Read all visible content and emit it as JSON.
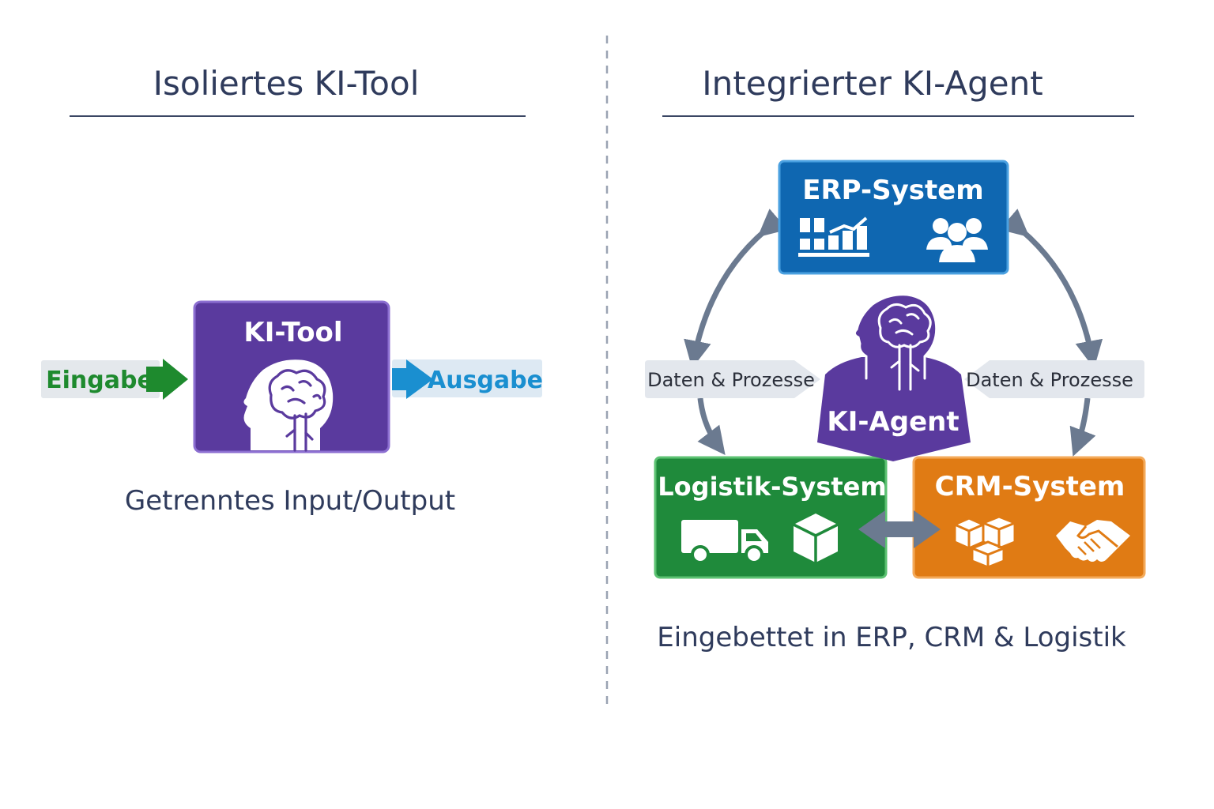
{
  "left_panel": {
    "title": "Isoliertes KI-Tool",
    "tool_label": "KI-Tool",
    "input_label": "Eingabe",
    "output_label": "Ausgabe",
    "caption": "Getrenntes Input/Output"
  },
  "right_panel": {
    "title": "Integrierter KI-Agent",
    "erp_label": "ERP-System",
    "logistics_label": "Logistik-System",
    "crm_label": "CRM-System",
    "agent_label": "KI-Agent",
    "flow_label_left": "Daten & Prozesse",
    "flow_label_right": "Daten & Prozesse",
    "caption": "Eingebettet in ERP, CRM & Logistik"
  },
  "colors": {
    "title_text": "#2f3b5c",
    "ai_purple": "#5a3a9e",
    "erp_blue": "#0f67b1",
    "logistics_green": "#1f8a3b",
    "crm_orange": "#e07b14",
    "input_green": "#1e8a2e",
    "output_blue": "#1a8fd0",
    "arrow_gray": "#6b7a90",
    "label_bg": "#e3e7ed"
  },
  "icons": {
    "tool": "brain-head-icon",
    "agent": "brain-head-icon",
    "erp": [
      "bar-chart-icon",
      "users-icon"
    ],
    "logistics": [
      "truck-icon",
      "package-icon"
    ],
    "crm": [
      "boxes-icon",
      "handshake-icon"
    ]
  }
}
